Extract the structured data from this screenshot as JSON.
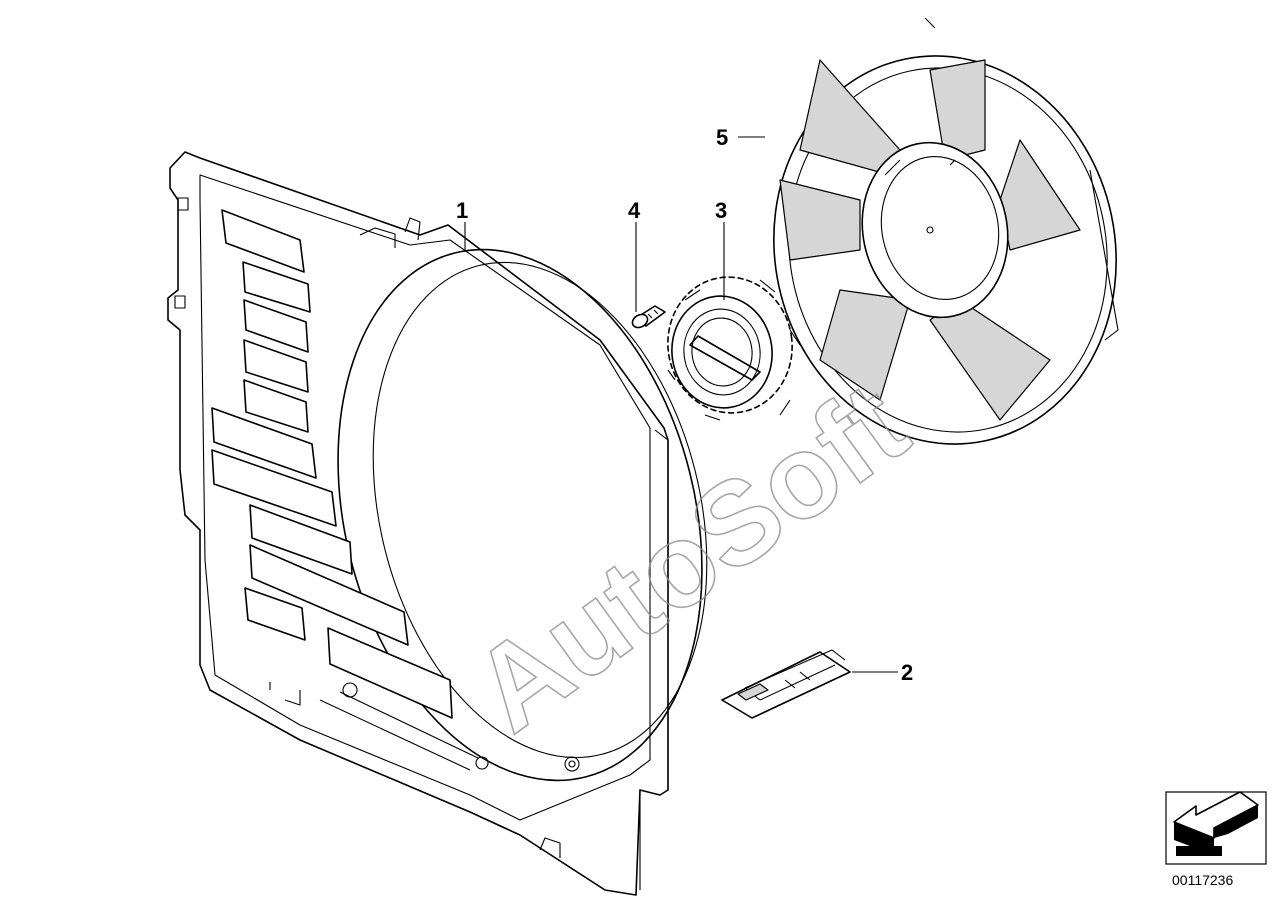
{
  "diagram": {
    "callouts": [
      {
        "id": "1",
        "label": "1"
      },
      {
        "id": "2",
        "label": "2"
      },
      {
        "id": "3",
        "label": "3"
      },
      {
        "id": "4",
        "label": "4"
      },
      {
        "id": "5",
        "label": "5"
      }
    ],
    "watermark": "AutoSoft",
    "catalog_number": "00117236",
    "nav_icon": "direction-arrow-icon",
    "colors": {
      "line": "#000000",
      "watermark": "#8a8a8a",
      "background": "#ffffff"
    }
  }
}
